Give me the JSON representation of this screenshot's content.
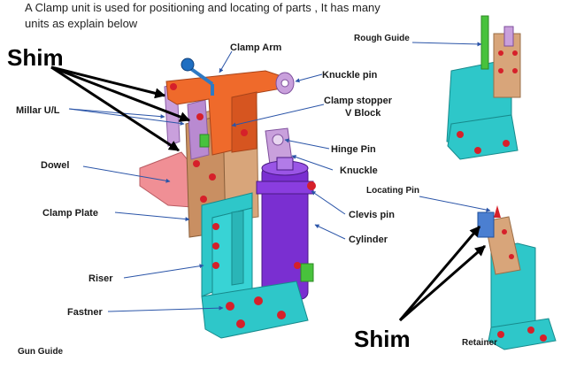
{
  "header": {
    "line1": "A Clamp unit is used for positioning and locating of parts , It has many",
    "line2": "units  as  explain below"
  },
  "labels": {
    "shim_main": "Shim",
    "shim_retainer": "Shim",
    "millar": "Millar  U/L",
    "dowel": "Dowel",
    "clamp_plate": "Clamp Plate",
    "riser": "Riser",
    "fastner": "Fastner",
    "gun_guide": "Gun Guide",
    "clamp_arm": "Clamp Arm",
    "knuckle_pin": "Knuckle pin",
    "clamp_stopper": "Clamp stopper",
    "v_block": "V Block",
    "hinge_pin": "Hinge Pin",
    "knuckle": "Knuckle",
    "clevis_pin": "Clevis pin",
    "cylinder": "Cylinder",
    "rough_guide": "Rough Guide",
    "locating_pin": "Locating Pin",
    "retainer": "Retainer"
  },
  "colors": {
    "cyan": "#2ec7c9",
    "orange": "#ef6a2b",
    "purple": "#7a2fd1",
    "tan": "#d8a57a",
    "pink": "#f08f95",
    "red": "#d6202a",
    "green": "#48c23c",
    "lilac": "#c9a0dc",
    "blue": "#1f5fb5",
    "leader": "#2b55a8"
  }
}
